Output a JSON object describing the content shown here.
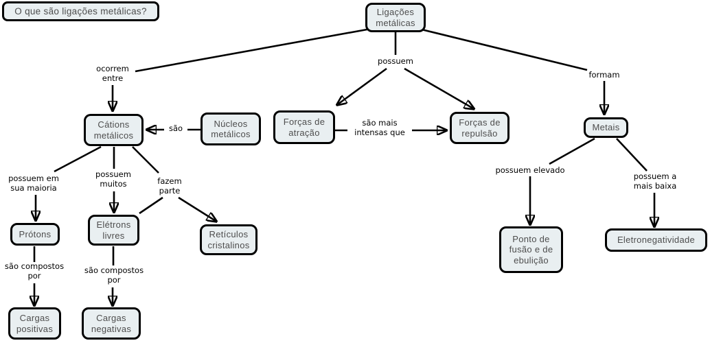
{
  "colors": {
    "background": "#ffffff",
    "node_fill": "#e9eff1",
    "node_border": "#000000",
    "node_text": "#4d4d4d",
    "edge_label_text": "#000000"
  },
  "question": {
    "label": "O que são ligações metálicas?"
  },
  "nodes": [
    {
      "id": "ligacoes-metalicas",
      "label": "Ligações metálicas"
    },
    {
      "id": "cations-metalicos",
      "label": "Cátions metálicos"
    },
    {
      "id": "nucleos-metalicos",
      "label": "Núcleos metálicos"
    },
    {
      "id": "forcas-de-atracao",
      "label": "Forças de atração"
    },
    {
      "id": "forcas-de-repulsao",
      "label": "Forças de repulsão"
    },
    {
      "id": "metais",
      "label": "Metais"
    },
    {
      "id": "protons",
      "label": "Prótons"
    },
    {
      "id": "eletrons-livres",
      "label": "Elétrons livres"
    },
    {
      "id": "reticulos-cristalinos",
      "label": "Retículos cristalinos"
    },
    {
      "id": "cargas-positivas",
      "label": "Cargas positivas"
    },
    {
      "id": "cargas-negativas",
      "label": "Cargas negativas"
    },
    {
      "id": "ponto-fusao-ebulicao",
      "label": "Ponto de fusão e de ebulição"
    },
    {
      "id": "eletronegatividade",
      "label": "Eletronegatividade"
    }
  ],
  "edge_labels": [
    {
      "id": "ocorrem-entre",
      "text": "ocorrem entre"
    },
    {
      "id": "possuem",
      "text": "possuem"
    },
    {
      "id": "formam",
      "text": "formam"
    },
    {
      "id": "sao",
      "text": "são"
    },
    {
      "id": "sao-mais-intensas-que",
      "text": "são mais intensas que"
    },
    {
      "id": "possuem-em-sua-maioria",
      "text": "possuem em sua maioria"
    },
    {
      "id": "possuem-muitos",
      "text": "possuem muitos"
    },
    {
      "id": "fazem-parte",
      "text": "fazem parte"
    },
    {
      "id": "sao-compostos-por-1",
      "text": "são compostos por"
    },
    {
      "id": "sao-compostos-por-2",
      "text": "são compostos por"
    },
    {
      "id": "possuem-elevado",
      "text": "possuem elevado"
    },
    {
      "id": "possuem-a-mais-baixa",
      "text": "possuem a mais baixa"
    }
  ]
}
